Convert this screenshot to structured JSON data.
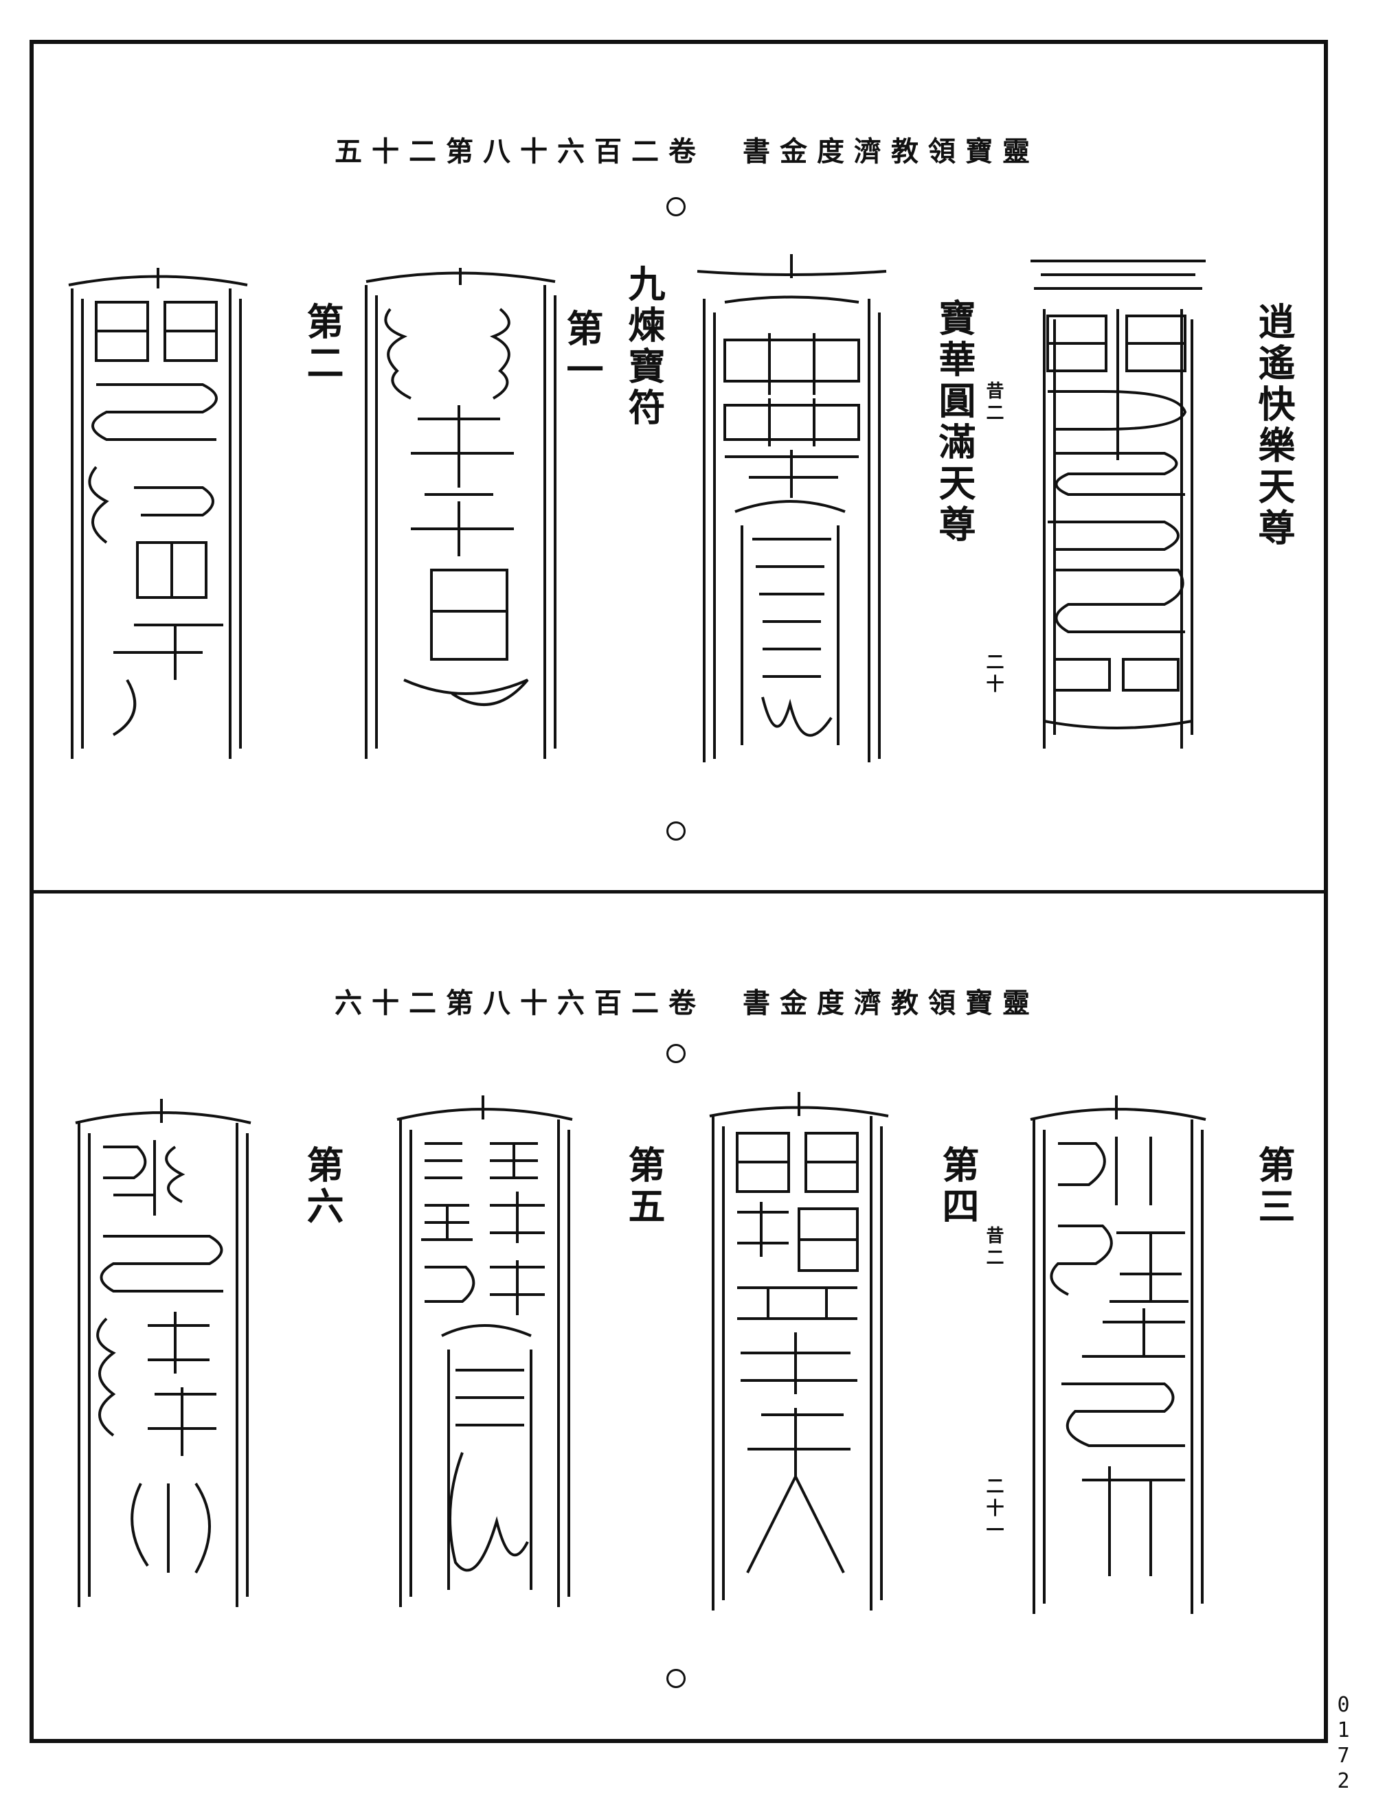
{
  "top_page": {
    "header": "五十二第八十六百二卷　書金度濟教領寶靈",
    "titles": [
      "逍遙快樂天尊",
      "寶華圓滿天尊",
      "九煉寶符"
    ],
    "labels": [
      "第一",
      "第二"
    ],
    "margin_notes": [
      "昔二",
      "二十"
    ]
  },
  "bottom_page": {
    "header": "六十二第八十六百二卷　書金度濟教領寶靈",
    "labels": [
      "第三",
      "第四",
      "第五",
      "第六"
    ],
    "margin_notes": [
      "昔二",
      "二十一"
    ]
  },
  "page_number": "0172",
  "talismans": [
    {
      "name": "talisman-xiaoyao"
    },
    {
      "name": "talisman-baohua"
    },
    {
      "name": "talisman-1"
    },
    {
      "name": "talisman-2"
    },
    {
      "name": "talisman-3"
    },
    {
      "name": "talisman-4"
    },
    {
      "name": "talisman-5"
    },
    {
      "name": "talisman-6"
    }
  ]
}
